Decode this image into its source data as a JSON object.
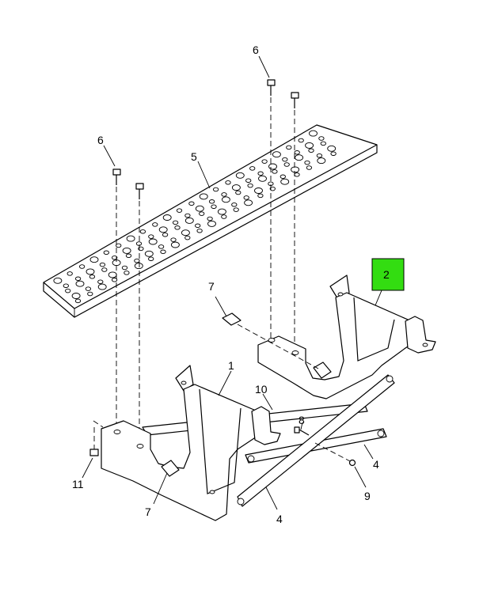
{
  "callouts": {
    "c1": "1",
    "c2": "2",
    "c4a": "4",
    "c4b": "4",
    "c5": "5",
    "c6a": "6",
    "c6b": "6",
    "c7a": "7",
    "c7b": "7",
    "c8": "8",
    "c9": "9",
    "c10": "10",
    "c11": "11"
  },
  "highlight": {
    "callout": "2",
    "color": "#33dd11"
  }
}
